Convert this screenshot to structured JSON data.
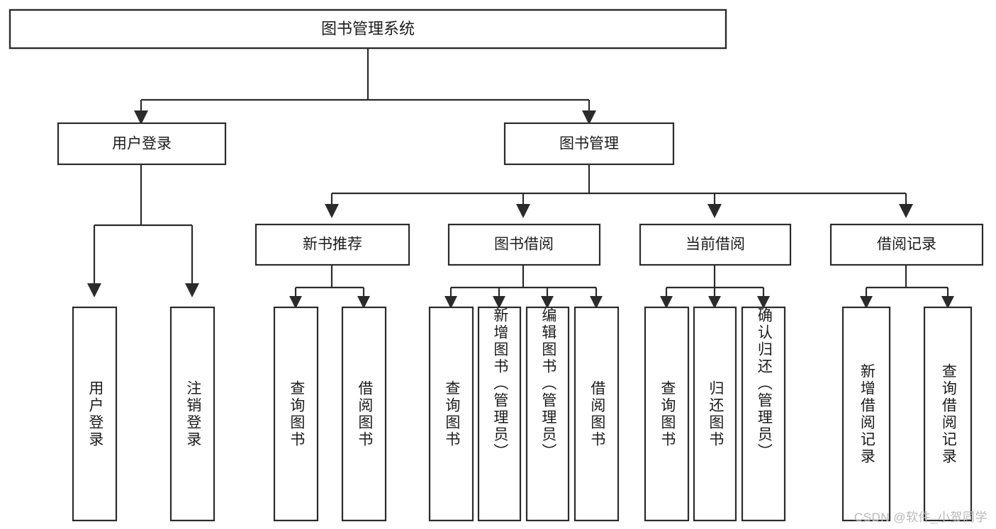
{
  "diagram": {
    "type": "tree-hierarchy",
    "title": "图书管理系统",
    "watermark": "CSDN @软件_小贺同学",
    "colors": {
      "background": "#ffffff",
      "stroke": "#2b2b2b",
      "node_fill": "#ffffff",
      "text": "#1b1b1b",
      "watermark": "#b8b8b8"
    },
    "levels": {
      "level0": [
        {
          "id": "root",
          "label": "图书管理系统",
          "orientation": "horizontal"
        }
      ],
      "level1": [
        {
          "id": "login",
          "label": "用户登录",
          "orientation": "horizontal",
          "parent": "root"
        },
        {
          "id": "bookmgmt",
          "label": "图书管理",
          "orientation": "horizontal",
          "parent": "root"
        }
      ],
      "level2": [
        {
          "id": "newbook",
          "label": "新书推荐",
          "orientation": "horizontal",
          "parent": "bookmgmt"
        },
        {
          "id": "borrow",
          "label": "图书借阅",
          "orientation": "horizontal",
          "parent": "bookmgmt"
        },
        {
          "id": "current",
          "label": "当前借阅",
          "orientation": "horizontal",
          "parent": "bookmgmt"
        },
        {
          "id": "records",
          "label": "借阅记录",
          "orientation": "horizontal",
          "parent": "bookmgmt"
        }
      ],
      "level3": [
        {
          "id": "leaf-1",
          "label": "用户登录",
          "orientation": "vertical",
          "parent": "login"
        },
        {
          "id": "leaf-2",
          "label": "注销登录",
          "orientation": "vertical",
          "parent": "login"
        },
        {
          "id": "leaf-3",
          "label": "查询图书",
          "orientation": "vertical",
          "parent": "newbook"
        },
        {
          "id": "leaf-4",
          "label": "借阅图书",
          "orientation": "vertical",
          "parent": "newbook"
        },
        {
          "id": "leaf-5",
          "label": "查询图书",
          "orientation": "vertical",
          "parent": "borrow"
        },
        {
          "id": "leaf-6",
          "label": "新增图书（管理员）",
          "orientation": "vertical",
          "parent": "borrow"
        },
        {
          "id": "leaf-7",
          "label": "编辑图书（管理员）",
          "orientation": "vertical",
          "parent": "borrow"
        },
        {
          "id": "leaf-8",
          "label": "借阅图书",
          "orientation": "vertical",
          "parent": "borrow"
        },
        {
          "id": "leaf-9",
          "label": "查询图书",
          "orientation": "vertical",
          "parent": "current"
        },
        {
          "id": "leaf-10",
          "label": "归还图书",
          "orientation": "vertical",
          "parent": "current"
        },
        {
          "id": "leaf-11",
          "label": "确认归还（管理员）",
          "orientation": "vertical",
          "parent": "current"
        },
        {
          "id": "leaf-12",
          "label": "新增借阅记录",
          "orientation": "vertical",
          "parent": "records"
        },
        {
          "id": "leaf-13",
          "label": "查询借阅记录",
          "orientation": "vertical",
          "parent": "records"
        }
      ]
    }
  }
}
